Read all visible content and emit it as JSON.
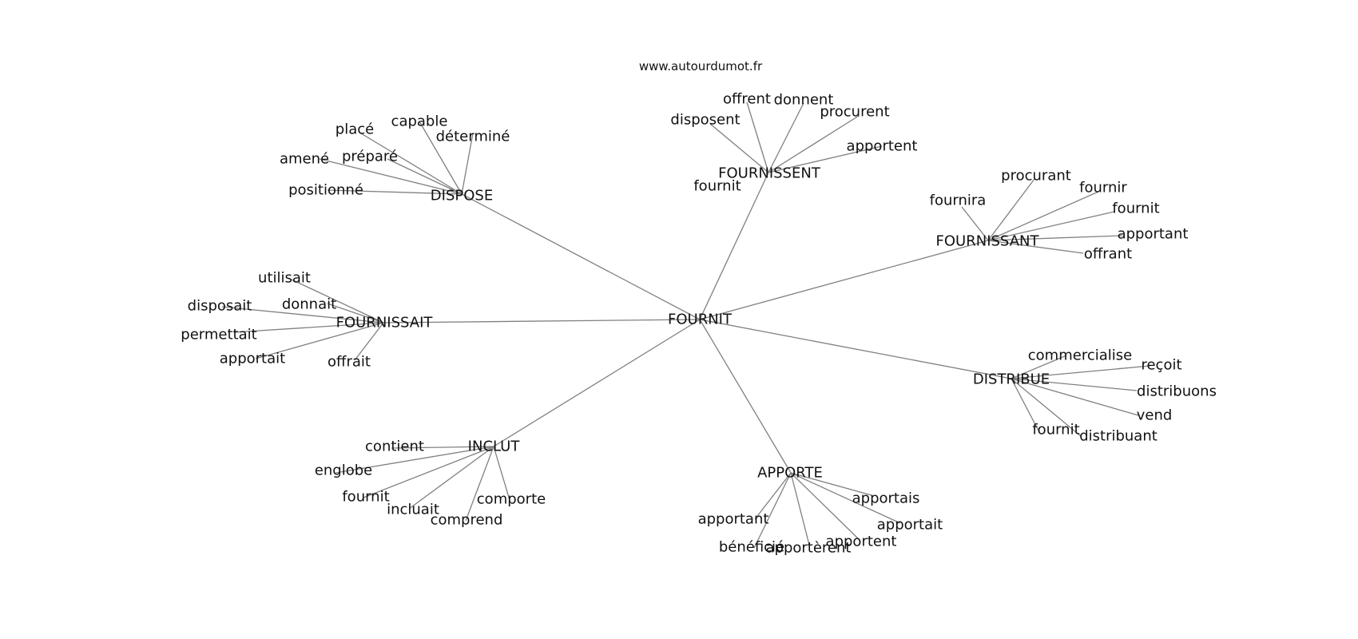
{
  "source": "www.autourdumot.fr",
  "root": {
    "id": "fournit",
    "label": "FOURNIT"
  },
  "clusters": [
    {
      "id": "dispose",
      "label": "DISPOSE",
      "leaves": [
        "placé",
        "capable",
        "déterminé",
        "préparé",
        "amené",
        "positionné"
      ]
    },
    {
      "id": "fournissent",
      "label": "FOURNISSENT",
      "leaves": [
        "offrent",
        "donnent",
        "disposent",
        "procurent",
        "apportent",
        "fournit"
      ]
    },
    {
      "id": "fournissant",
      "label": "FOURNISSANT",
      "leaves": [
        "fournira",
        "procurant",
        "fournir",
        "fournit",
        "apportant",
        "offrant"
      ]
    },
    {
      "id": "fournissait",
      "label": "FOURNISSAIT",
      "leaves": [
        "utilisait",
        "disposait",
        "donnait",
        "permettait",
        "apportait",
        "offrait"
      ]
    },
    {
      "id": "distribue",
      "label": "DISTRIBUE",
      "leaves": [
        "commercialise",
        "reçoit",
        "distribuons",
        "vend",
        "fournit",
        "distribuant"
      ]
    },
    {
      "id": "inclut",
      "label": "INCLUT",
      "leaves": [
        "contient",
        "englobe",
        "fournit",
        "incluait",
        "comprend",
        "comporte"
      ]
    },
    {
      "id": "apporte",
      "label": "APPORTE",
      "leaves": [
        "apportais",
        "apportait",
        "apportent",
        "apportèrent",
        "bénéficié",
        "apportant"
      ]
    }
  ]
}
